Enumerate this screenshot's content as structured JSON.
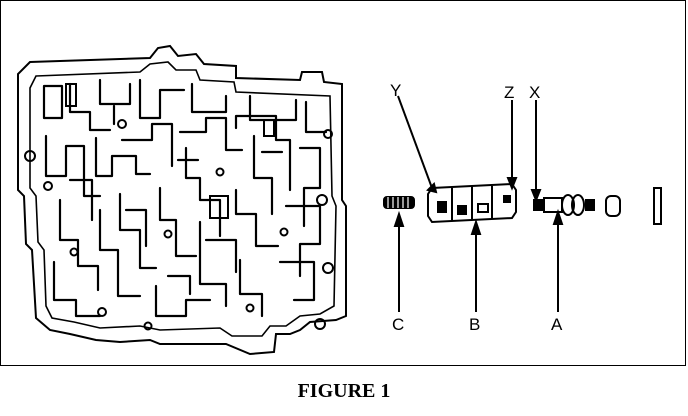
{
  "figure": {
    "caption": "FIGURE 1",
    "labels": {
      "y": "Y",
      "z": "Z",
      "x": "X",
      "c": "C",
      "b": "B",
      "a": "A"
    }
  }
}
